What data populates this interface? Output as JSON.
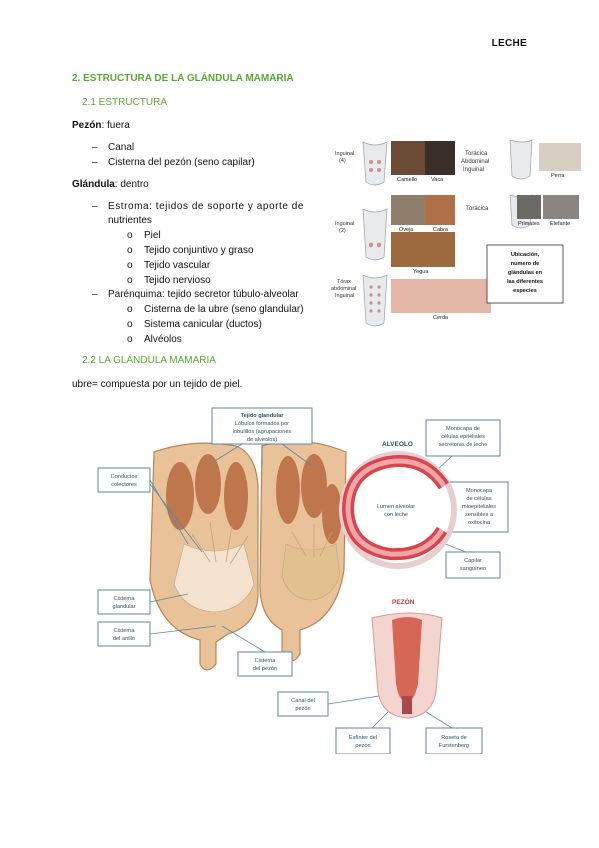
{
  "header": {
    "title": "LECHE"
  },
  "section": {
    "title": "2. ESTRUCTURA DE LA GLÁNDULA MAMARIA"
  },
  "sub1": {
    "title": "2.1 ESTRUCTURA"
  },
  "pezon": {
    "label": "Pezón",
    "text": ": fuera",
    "items": [
      "Canal",
      "Cisterna del pezón (seno capilar)"
    ]
  },
  "glandula": {
    "label": "Glándula",
    "text": ": dentro",
    "estroma": {
      "line1": "Estroma: tejidos de soporte y aporte de",
      "line2": "nutrientes",
      "items": [
        "Piel",
        "Tejido conjuntivo y graso",
        "Tejido vascular",
        "Tejido nervioso"
      ]
    },
    "parenquima": {
      "line": "Parénquima: tejido secretor túbulo-alveolar",
      "items": [
        "Cisterna de la ubre (seno glandular)",
        "Sistema canicular (ductos)",
        "Alvéolos"
      ]
    }
  },
  "sub2": {
    "title": "2.2 LA GLÁNDULA MAMARIA"
  },
  "ubre": {
    "text": "ubre= compuesta por un tejido de piel."
  },
  "species_figure": {
    "inguinal4": [
      "Inguinal",
      "(4)"
    ],
    "inguinal2": [
      "Inguinal",
      "(2)"
    ],
    "torax": [
      "Tórax",
      "abdominal",
      "Inguinal"
    ],
    "toracica_abd": [
      "Torácica",
      "Abdominal",
      "Inguinal"
    ],
    "toracica": "Torácica",
    "camelia": "Camello",
    "vaca": "Vaca",
    "perra": "Perra",
    "oveja": "Oveja",
    "cabra": "Cabra",
    "primates": "Primates",
    "elefante": "Elefante",
    "yegua": "Yegua",
    "cerda": "Cerda",
    "caption": [
      "Ubicación,",
      "numero de",
      "glándulas en",
      "las diferentes",
      "especies"
    ]
  },
  "diagram": {
    "tejido": [
      "Tejido glandular",
      "Lóbulos formados por",
      "lobulillos (agrupaciones",
      "de alveolos)"
    ],
    "alveolo_title": "ALVEOLO",
    "monocapa1": [
      "Monocapa de",
      "células epiteliales",
      "secretoras de leche"
    ],
    "conductos": [
      "Conductos",
      "colectores"
    ],
    "monocapa2": [
      "Monocapa",
      "de células",
      "mioepiteliales",
      "sensibles a",
      "oxitocina"
    ],
    "lumen": [
      "Lumen alveolar",
      "con leche"
    ],
    "capilar": [
      "Capilar",
      "sanguíneo"
    ],
    "pezon_title": "PEZÓN",
    "cisterna_gl": [
      "Cisterna",
      "glandular"
    ],
    "cisterna_an": [
      "Cisterna",
      "del anillo"
    ],
    "cisterna_pe": [
      "Cisterna",
      "del pezón"
    ],
    "canal": [
      "Canal del",
      "pezón"
    ],
    "esfinter": [
      "Esfínter del",
      "pezón"
    ],
    "roseta": [
      "Roseta de",
      "Furstenberg"
    ]
  }
}
